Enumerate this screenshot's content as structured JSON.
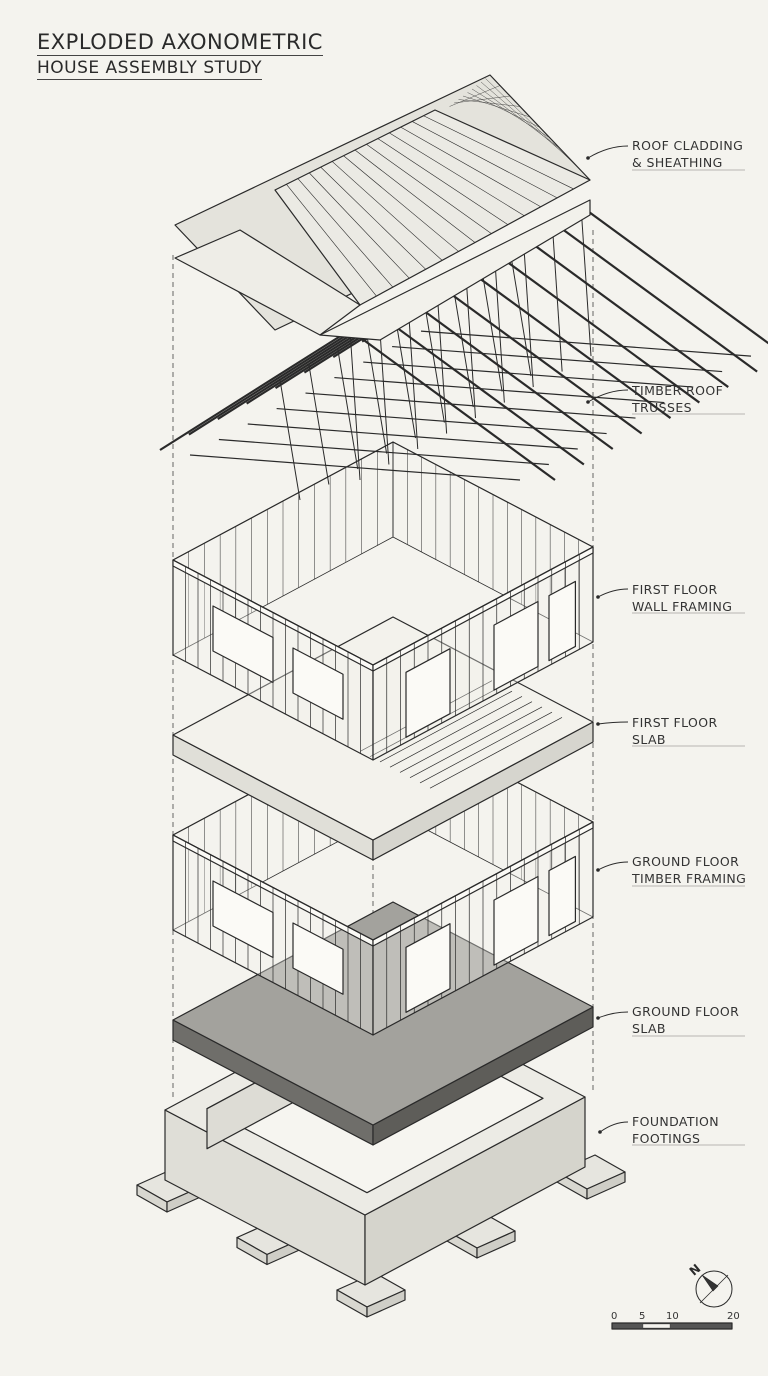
{
  "title": "EXPLODED AXONOMETRIC",
  "subtitle": "HOUSE ASSEMBLY STUDY",
  "layers": [
    {
      "id": "roof",
      "lines": [
        "ROOF CLADDING",
        "& SHEATHING"
      ]
    },
    {
      "id": "trusses",
      "lines": [
        "TIMBER ROOF",
        "TRUSSES"
      ]
    },
    {
      "id": "first-walls",
      "lines": [
        "FIRST FLOOR",
        "WALL FRAMING"
      ]
    },
    {
      "id": "first-slab",
      "lines": [
        "FIRST FLOOR",
        "SLAB"
      ]
    },
    {
      "id": "ground-walls",
      "lines": [
        "GROUND FLOOR",
        "TIMBER FRAMING"
      ]
    },
    {
      "id": "ground-slab",
      "lines": [
        "GROUND FLOOR",
        "SLAB"
      ]
    },
    {
      "id": "foundation",
      "lines": [
        "FOUNDATION",
        "FOOTINGS"
      ]
    }
  ],
  "north_label": "N",
  "scale_bar": {
    "ticks": [
      "0",
      "5",
      "10",
      "20"
    ]
  },
  "colors": {
    "ink": "#2a2a2a",
    "paper": "#f4f3ee",
    "slab_dark": "#8a8a86"
  }
}
